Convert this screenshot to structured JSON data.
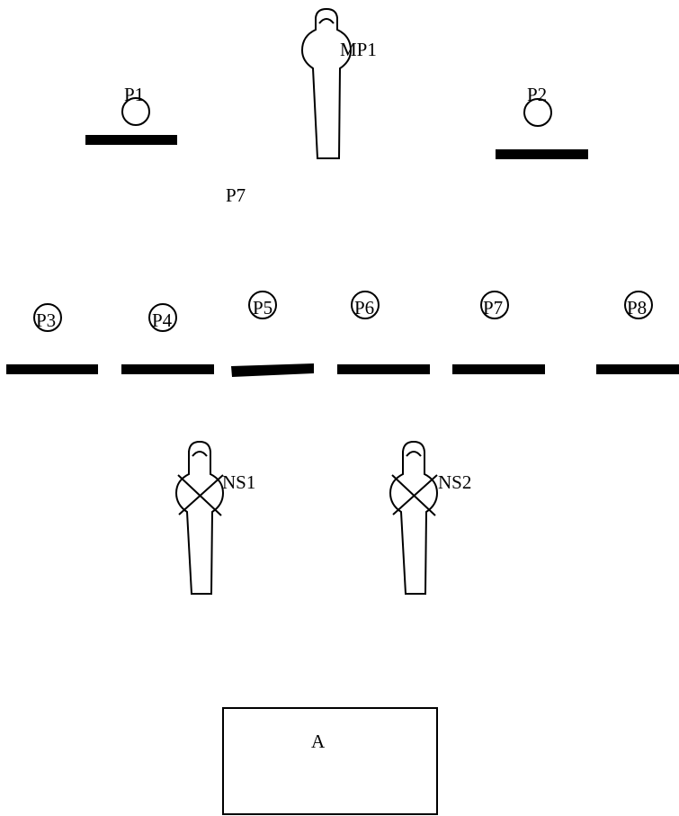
{
  "labels": {
    "mp1": "MP1",
    "p1": "P1",
    "p2": "P2",
    "p7_top": "P7",
    "p3": "P3",
    "p4": "P4",
    "p5": "P5",
    "p6": "P6",
    "p7_row": "P7",
    "p8": "P8",
    "ns1": "NS1",
    "ns2": "NS2",
    "box_a": "A"
  }
}
